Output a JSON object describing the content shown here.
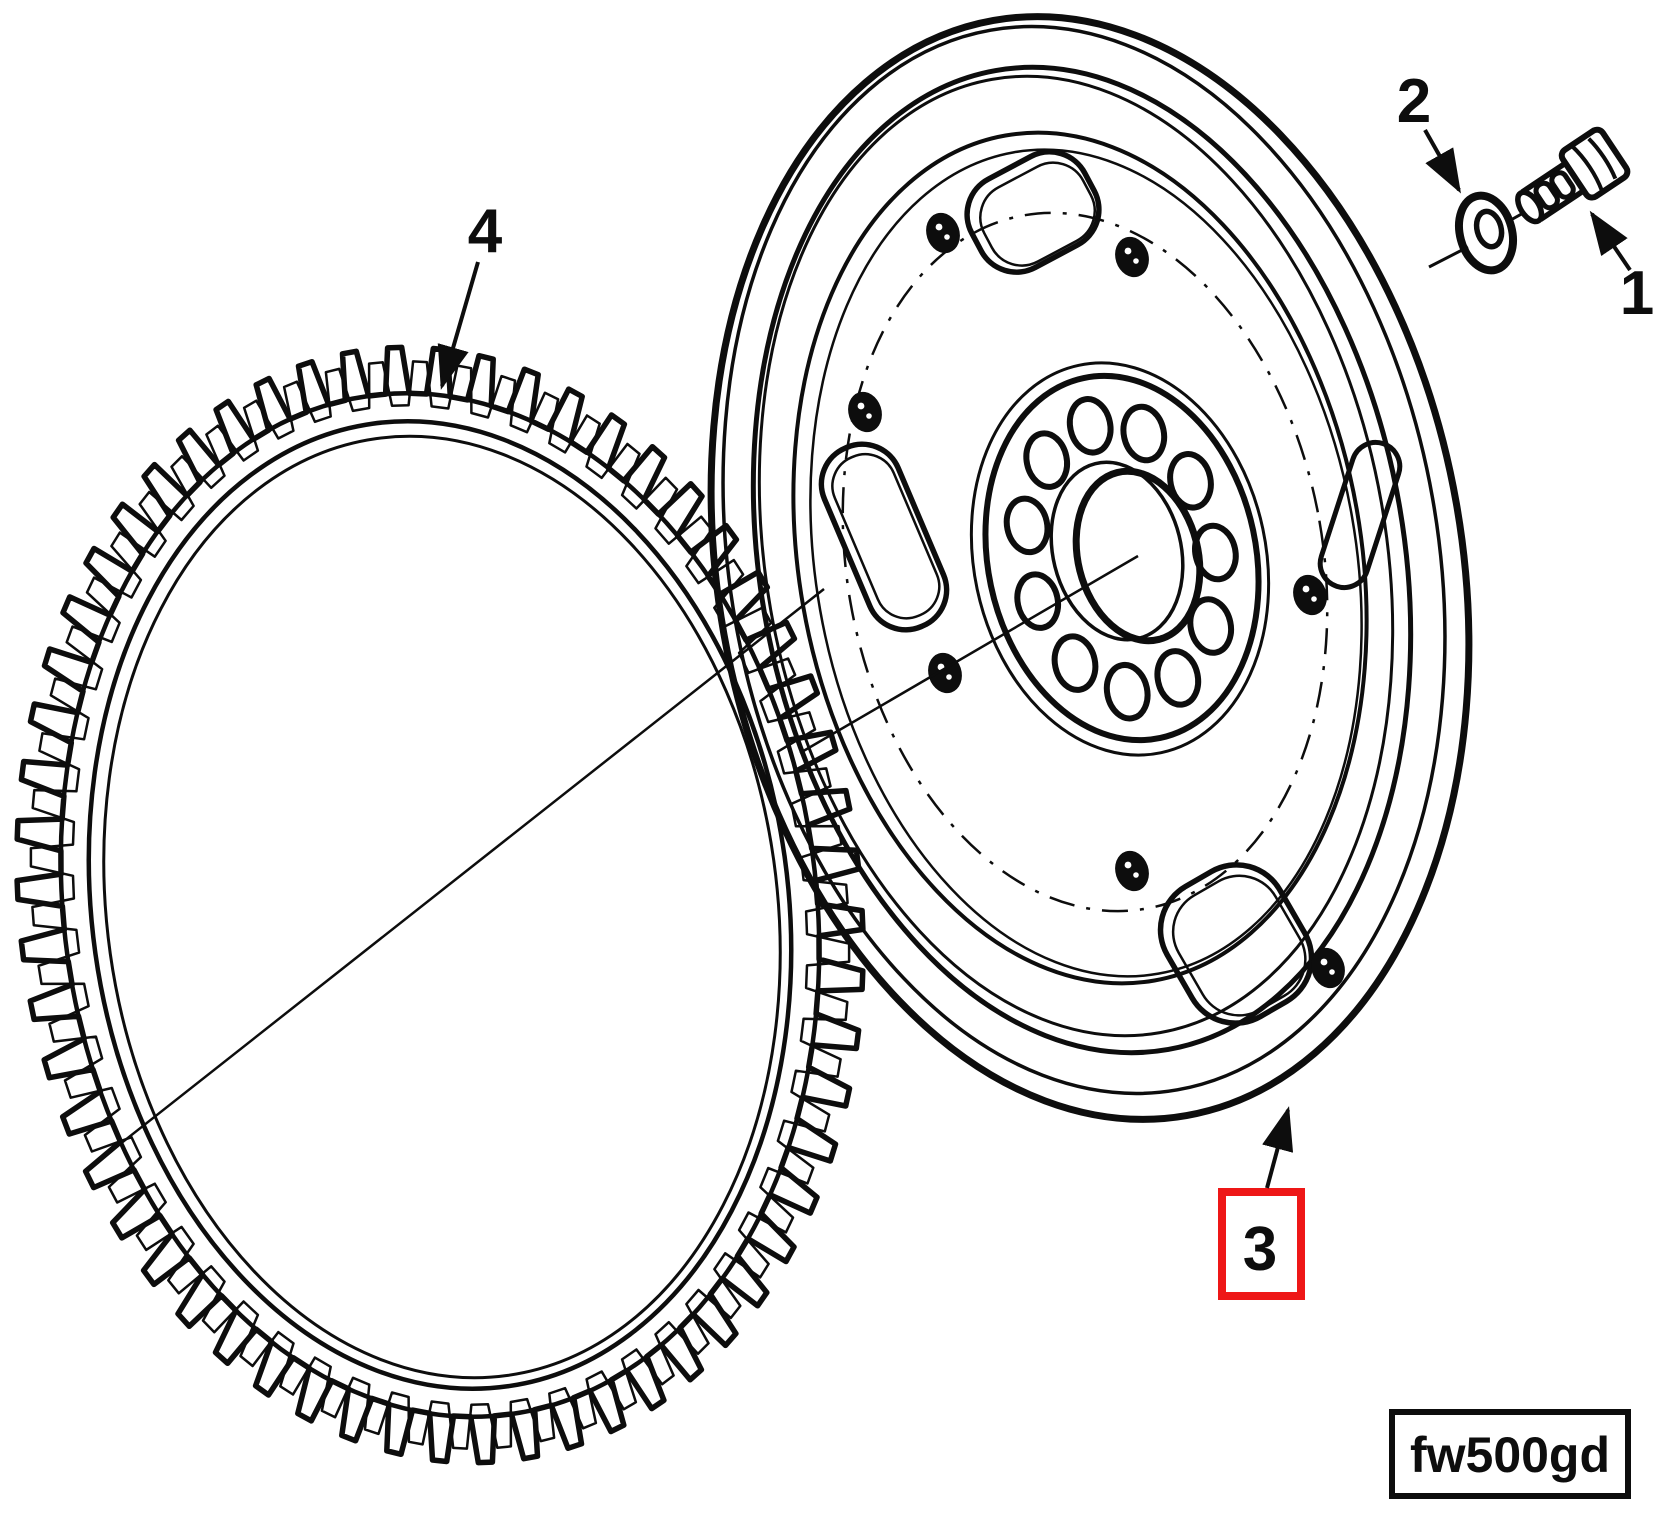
{
  "diagram": {
    "figure_code": "fw500gd",
    "highlight_color": "#ee1717",
    "line_color": "#0d0d0d",
    "background": "#ffffff",
    "callouts": [
      {
        "label": "1",
        "highlighted": false
      },
      {
        "label": "2",
        "highlighted": false
      },
      {
        "label": "3",
        "highlighted": true
      },
      {
        "label": "4",
        "highlighted": false
      }
    ]
  }
}
